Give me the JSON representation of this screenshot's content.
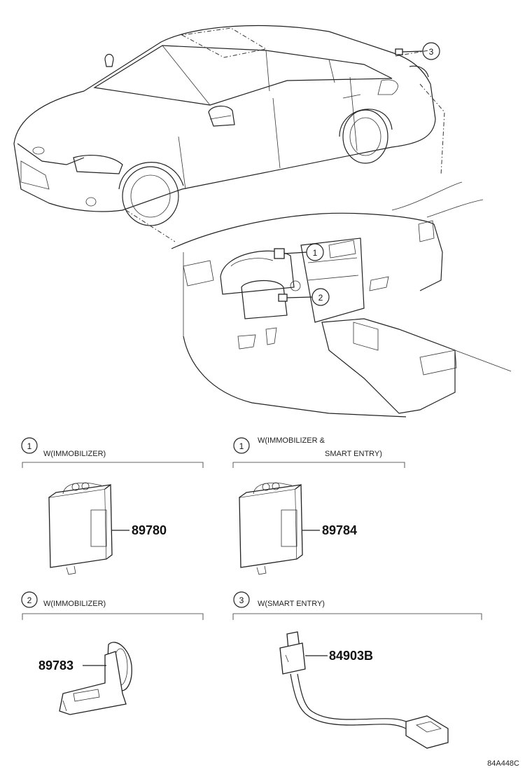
{
  "callouts": {
    "top_c1": "1",
    "top_c2": "2",
    "top_c3": "3"
  },
  "sections": [
    {
      "num": "1",
      "title": "W(IMMOBILIZER)",
      "part_no": "89780"
    },
    {
      "num": "1",
      "title_line1": "W(IMMOBILIZER &",
      "title_line2": "SMART ENTRY)",
      "part_no": "89784"
    },
    {
      "num": "2",
      "title": "W(IMMOBILIZER)",
      "part_no": "89783"
    },
    {
      "num": "3",
      "title": "W(SMART ENTRY)",
      "part_no": "84903B"
    }
  ],
  "illustration_code": "84A448C"
}
